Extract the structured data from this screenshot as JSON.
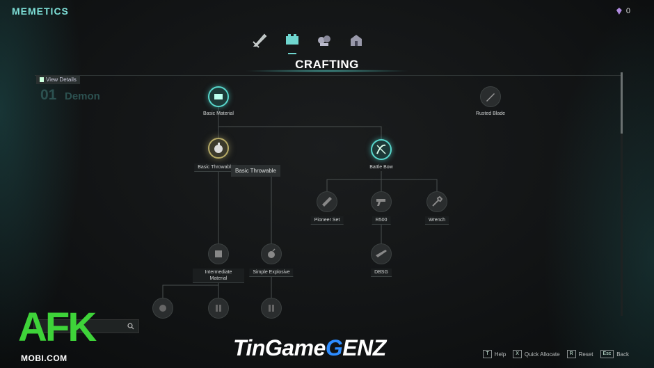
{
  "header": {
    "title": "MEMETICS",
    "currency_value": "0"
  },
  "tabs": [
    {
      "icon": "melee-weapon-icon",
      "active": false
    },
    {
      "icon": "crafting-icon",
      "active": true
    },
    {
      "icon": "gathering-icon",
      "active": false
    },
    {
      "icon": "building-icon",
      "active": false
    }
  ],
  "section": {
    "title": "CRAFTING"
  },
  "panel": {
    "view_details": "View Details",
    "tree_number": "01",
    "tree_name": "Demon"
  },
  "nodes": {
    "basic_material": "Basic Material",
    "rusted_blade": "Rusted Blade",
    "basic_throwable": "Basic Throwable",
    "battle_bow": "Battle Bow",
    "pioneer_set": "Pioneer Set",
    "r500": "R500",
    "wrench": "Wrench",
    "dbsg": "DBSG",
    "intermediate_material": "Intermediate Material",
    "simple_explosive": "Simple Explosive"
  },
  "tooltip": "Basic Throwable",
  "watermark_afk": {
    "logo": "AFK",
    "sub": "MOBI.COM"
  },
  "watermark_site": {
    "part1": "TinGame",
    "g": "G",
    "part2": "ENZ"
  },
  "hints": [
    {
      "key": "T",
      "label": "Help"
    },
    {
      "key": "X",
      "label": "Quick Allocate"
    },
    {
      "key": "R",
      "label": "Reset"
    },
    {
      "key": "Esc",
      "label": "Back"
    }
  ],
  "colors": {
    "accent": "#58d7cc",
    "selected": "#b6aa66",
    "logo_green": "#3ed339",
    "logo_blue": "#2d8cff"
  }
}
